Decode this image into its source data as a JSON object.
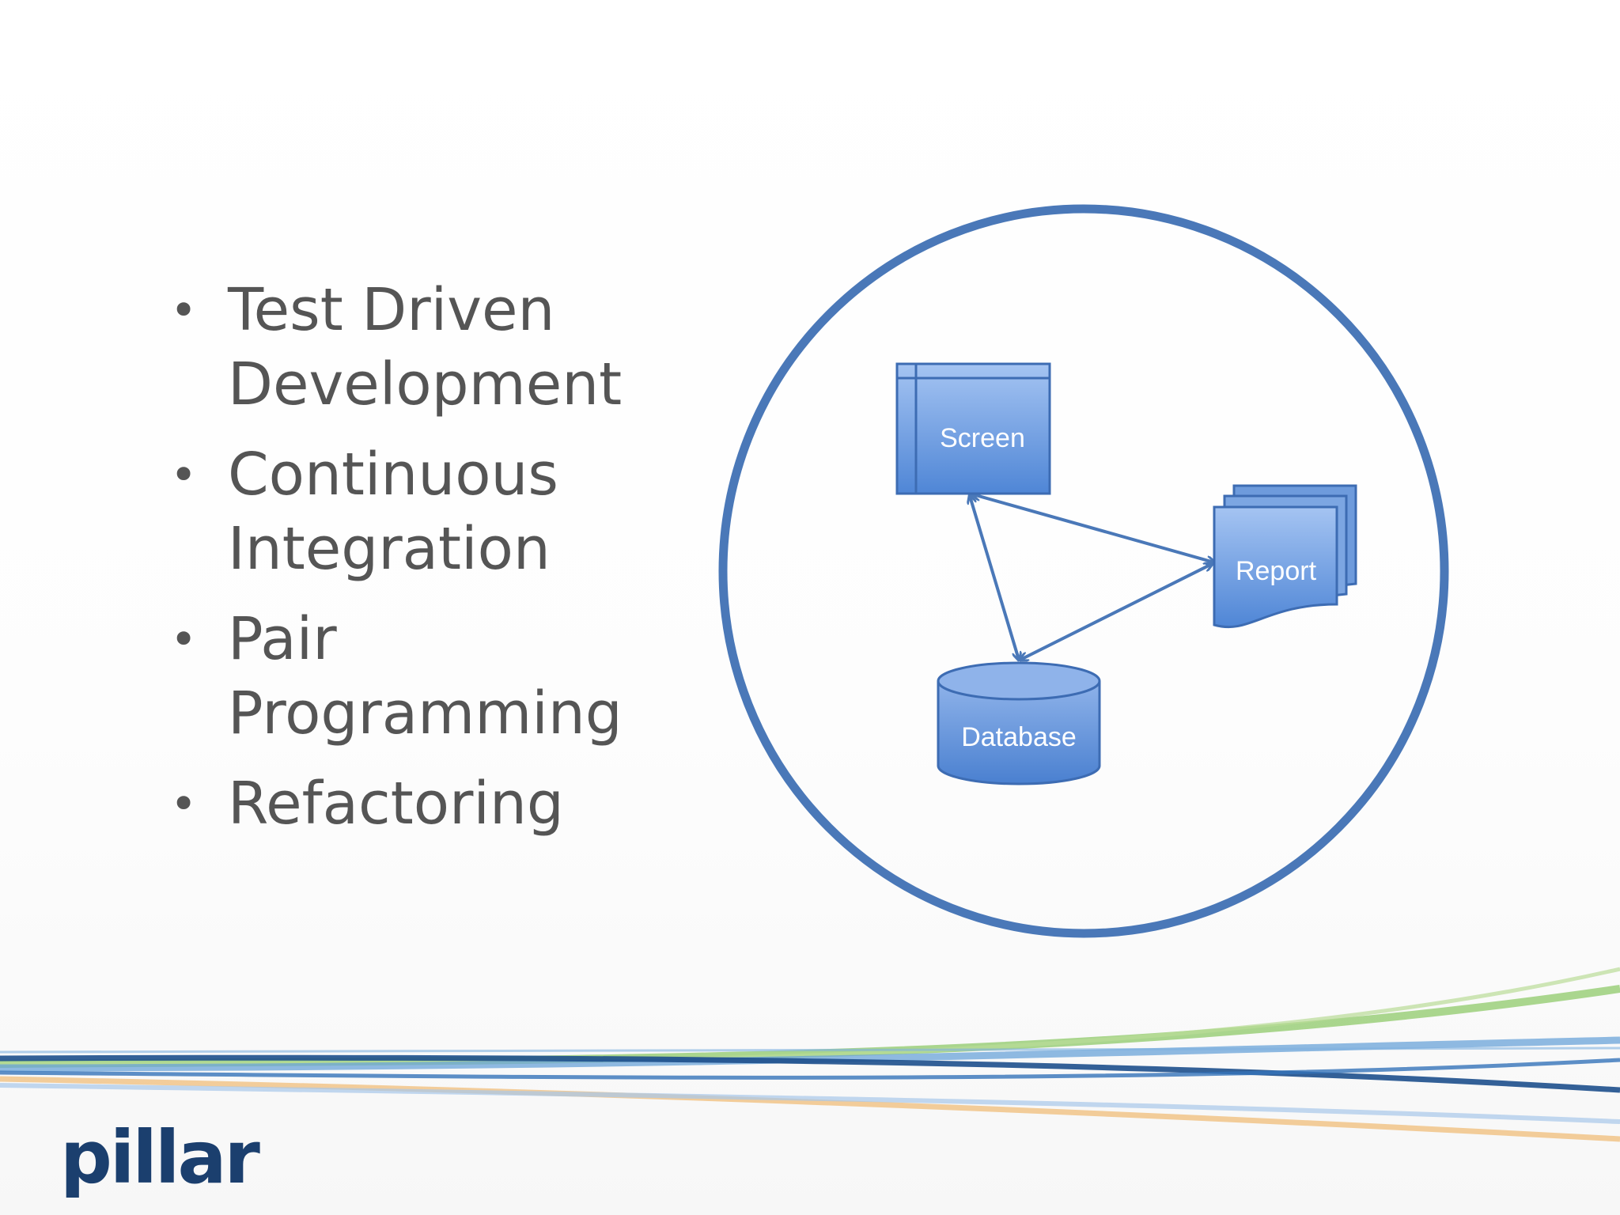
{
  "bullets": [
    {
      "line1": "Test Driven",
      "line2": "Development"
    },
    {
      "line1": "Continuous",
      "line2": "Integration"
    },
    {
      "line1": "Pair",
      "line2": "Programming"
    },
    {
      "line1": "Refactoring",
      "line2": ""
    }
  ],
  "diagram": {
    "nodes": {
      "screen": "Screen",
      "report": "Report",
      "database": "Database"
    },
    "colors": {
      "circle_stroke": "#4a78b8",
      "node_fill_top": "#9bbdf0",
      "node_fill_bottom": "#4f86d6",
      "node_stroke": "#3d6cb3",
      "arrow": "#4a78b8"
    }
  },
  "logo": {
    "text": "pillar",
    "color": "#1b3f6e"
  }
}
